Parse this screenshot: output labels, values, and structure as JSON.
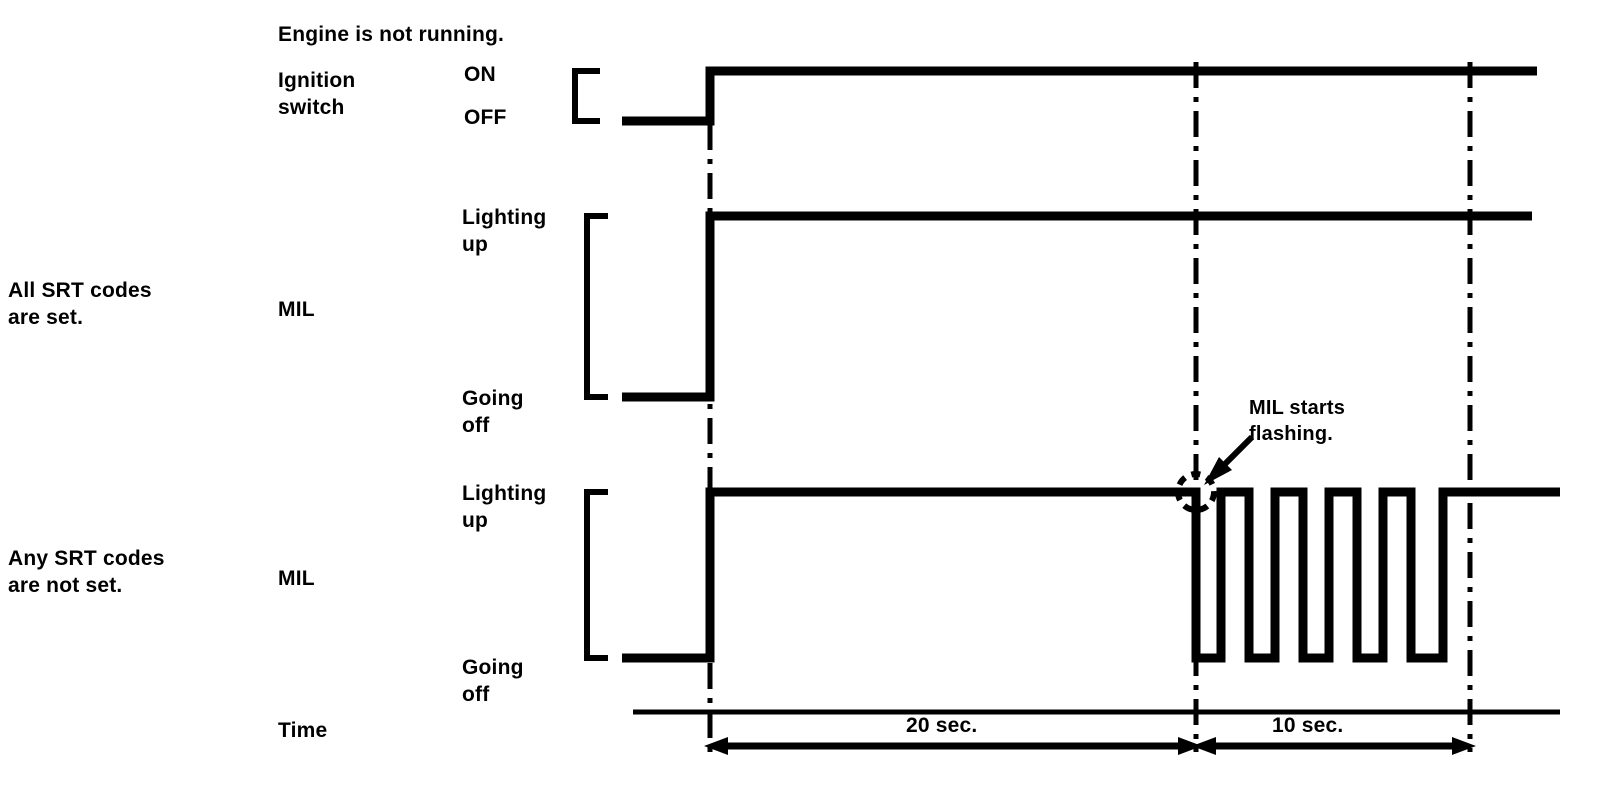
{
  "header": {
    "condition_note": "Engine is not running."
  },
  "rows": [
    {
      "condition": "",
      "signal": "Ignition\nswitch",
      "state_high": "ON",
      "state_low": "OFF"
    },
    {
      "condition": "All SRT codes\nare set.",
      "signal": "MIL",
      "state_high": "Lighting\nup",
      "state_low": "Going\noff"
    },
    {
      "condition": "Any SRT codes\nare not set.",
      "signal": "MIL",
      "state_high": "Lighting\nup",
      "state_low": "Going\noff"
    }
  ],
  "annotation": {
    "mil_flashing": "MIL starts\nflashing."
  },
  "axis": {
    "label": "Time",
    "segments": [
      {
        "label": "20 sec.",
        "seconds": 20
      },
      {
        "label": "10 sec.",
        "seconds": 10
      }
    ]
  },
  "colors": {
    "line": "#000000",
    "background": "#ffffff"
  },
  "chart_data": {
    "type": "line",
    "title": "Engine is not running.",
    "xlabel": "Time",
    "ylabel": "",
    "grid": false,
    "legend": "none",
    "x_markers": [
      {
        "x_sec": 0,
        "px": 710,
        "style": "dash-dot"
      },
      {
        "x_sec": 20,
        "px": 1196,
        "style": "dash-dot"
      },
      {
        "x_sec": 30,
        "px": 1470,
        "style": "dash-dot"
      }
    ],
    "series": [
      {
        "name": "Ignition switch",
        "states": [
          "OFF",
          "ON"
        ],
        "points": [
          {
            "t": -3.2,
            "v": "OFF"
          },
          {
            "t": 0,
            "v": "OFF"
          },
          {
            "t": 0,
            "v": "ON"
          },
          {
            "t": 34,
            "v": "ON"
          }
        ]
      },
      {
        "name": "MIL (All SRT codes are set.)",
        "states": [
          "Going off",
          "Lighting up"
        ],
        "points": [
          {
            "t": -3.2,
            "v": "Going off"
          },
          {
            "t": 0,
            "v": "Going off"
          },
          {
            "t": 0,
            "v": "Lighting up"
          },
          {
            "t": 34,
            "v": "Lighting up"
          }
        ]
      },
      {
        "name": "MIL (Any SRT codes are not set.)",
        "states": [
          "Going off",
          "Lighting up"
        ],
        "annotation_at": {
          "t": 20,
          "text": "MIL starts flashing."
        },
        "points": [
          {
            "t": -3.2,
            "v": "Going off"
          },
          {
            "t": 0,
            "v": "Going off"
          },
          {
            "t": 0,
            "v": "Lighting up"
          },
          {
            "t": 20,
            "v": "Lighting up"
          },
          {
            "t": 20,
            "v": "Going off"
          },
          {
            "t": 21,
            "v": "Going off"
          },
          {
            "t": 21,
            "v": "Lighting up"
          },
          {
            "t": 22,
            "v": "Lighting up"
          },
          {
            "t": 22,
            "v": "Going off"
          },
          {
            "t": 23,
            "v": "Going off"
          },
          {
            "t": 23,
            "v": "Lighting up"
          },
          {
            "t": 24,
            "v": "Lighting up"
          },
          {
            "t": 24,
            "v": "Going off"
          },
          {
            "t": 25,
            "v": "Going off"
          },
          {
            "t": 25,
            "v": "Lighting up"
          },
          {
            "t": 26,
            "v": "Lighting up"
          },
          {
            "t": 26,
            "v": "Going off"
          },
          {
            "t": 27,
            "v": "Going off"
          },
          {
            "t": 27,
            "v": "Lighting up"
          },
          {
            "t": 28,
            "v": "Lighting up"
          },
          {
            "t": 28,
            "v": "Going off"
          },
          {
            "t": 29,
            "v": "Going off"
          },
          {
            "t": 29,
            "v": "Lighting up"
          },
          {
            "t": 34,
            "v": "Lighting up"
          }
        ]
      }
    ]
  }
}
